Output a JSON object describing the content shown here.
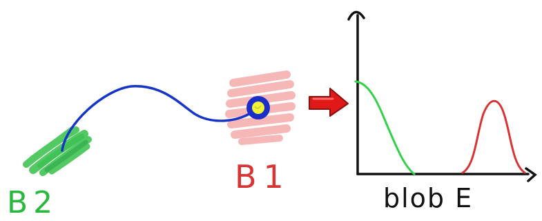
{
  "labels": {
    "b1": "B1",
    "b2": "B2",
    "x_axis": "blob E"
  },
  "colors": {
    "background": "#ffffff",
    "path": "#1634c8",
    "b1_blob": "#f4a0a0",
    "b1_text": "#d83434",
    "b2_blob": "#36c04a",
    "b2_text": "#27b83c",
    "ring_outer": "#1b2fc8",
    "ring_inner": "#f3f23a",
    "arrow": "#e01818",
    "axis": "#111111",
    "green_curve": "#33d14a",
    "red_curve": "#d83434"
  },
  "icons": {
    "arrow": "right-arrow-icon"
  }
}
